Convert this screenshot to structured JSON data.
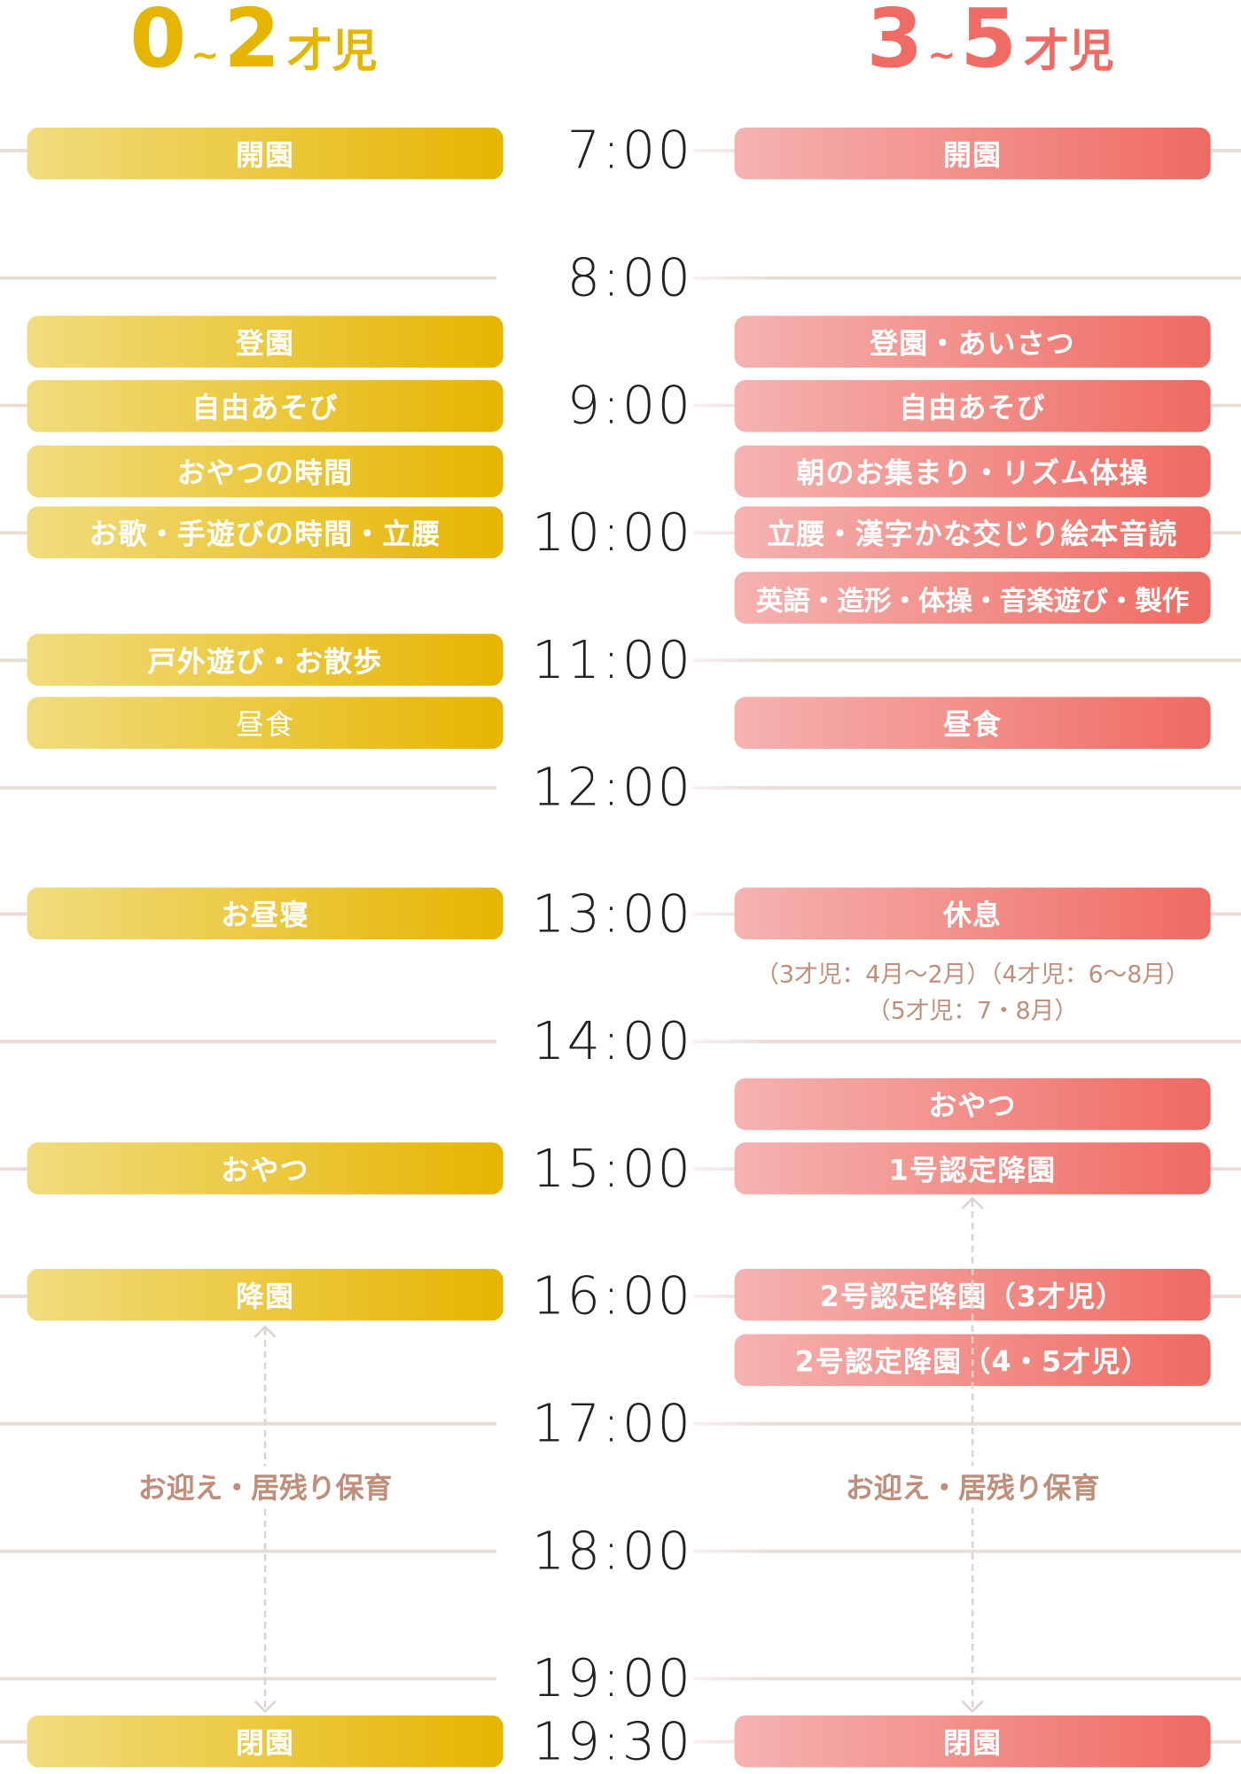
{
  "headings": {
    "left": {
      "range_start": "0",
      "range_sep": "~",
      "range_end": "2",
      "suffix": "才児"
    },
    "right": {
      "range_start": "3",
      "range_sep": "~",
      "range_end": "5",
      "suffix": "才児"
    }
  },
  "times": [
    "7:00",
    "8:00",
    "9:00",
    "10:00",
    "11:00",
    "12:00",
    "13:00",
    "14:00",
    "15:00",
    "16:00",
    "17:00",
    "18:00",
    "19:00",
    "19:30"
  ],
  "left_schedule": [
    "開園",
    "登園",
    "自由あそび",
    "おやつの時間",
    "お歌・手遊びの時間・立腰",
    "戸外遊び・お散歩",
    "昼食",
    "お昼寝",
    "おやつ",
    "降園",
    "閉園"
  ],
  "right_schedule": [
    "開園",
    "登園・あいさつ",
    "自由あそび",
    "朝のお集まり・リズム体操",
    "立腰・漢字かな交じり絵本音読",
    "英語・造形・体操・音楽遊び・製作",
    "昼食",
    "休息",
    "おやつ",
    "1号認定降園",
    "2号認定降園（3才児）",
    "2号認定降園（4・5才児）",
    "閉園"
  ],
  "rest_note": {
    "line1": "（3才児：4月〜2月）（4才児：6〜8月）",
    "line2": "（5才児：7・8月）"
  },
  "pickup": {
    "left": "お迎え・居残り保育",
    "right": "お迎え・居残り保育"
  },
  "colors": {
    "left_accent": "#e6b500",
    "right_accent": "#ef6b64",
    "note_text": "#c08f7c"
  }
}
